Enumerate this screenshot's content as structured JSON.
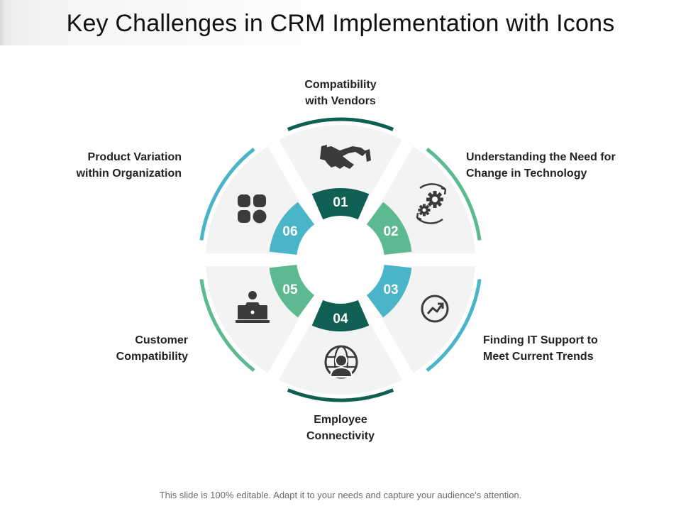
{
  "title": "Key Challenges in CRM Implementation with Icons",
  "footer": "This slide is 100% editable. Adapt it to your needs and capture your audience's attention.",
  "colors": {
    "dark_teal": "#0f5f55",
    "green": "#5cb990",
    "blue": "#4ab4c8",
    "segment_fill": "#f3f3f3",
    "icon": "#3b3b3b"
  },
  "segments": [
    {
      "number": "01",
      "label_lines": [
        "Compatibility",
        "with Vendors"
      ],
      "icon": "handshake-icon",
      "color": "#0f5f55"
    },
    {
      "number": "02",
      "label_lines": [
        "Understanding the Need for",
        "Change in Technology"
      ],
      "icon": "gears-cycle-icon",
      "color": "#5cb990"
    },
    {
      "number": "03",
      "label_lines": [
        "Finding IT Support to",
        "Meet Current Trends"
      ],
      "icon": "trend-up-icon",
      "color": "#4ab4c8"
    },
    {
      "number": "04",
      "label_lines": [
        "Employee",
        "Connectivity"
      ],
      "icon": "globe-user-icon",
      "color": "#0f5f55"
    },
    {
      "number": "05",
      "label_lines": [
        "Customer",
        "Compatibility"
      ],
      "icon": "laptop-user-icon",
      "color": "#5cb990"
    },
    {
      "number": "06",
      "label_lines": [
        "Product Variation",
        "within Organization"
      ],
      "icon": "apps-grid-icon",
      "color": "#4ab4c8"
    }
  ]
}
